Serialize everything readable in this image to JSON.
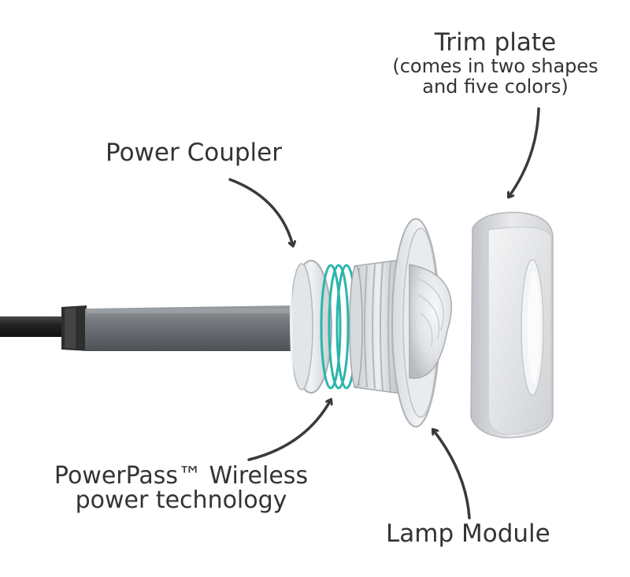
{
  "labels": {
    "trim_plate_title": "Trim plate",
    "trim_plate_sub_1": "(comes in two shapes",
    "trim_plate_sub_2": "and five colors)",
    "power_coupler": "Power Coupler",
    "powerpass_line_1": "PowerPass™ Wireless",
    "powerpass_line_2": "power technology",
    "lamp_module": "Lamp Module"
  },
  "colors": {
    "text": "#333333",
    "arrow": "#3a3a3a",
    "coil": "#2bb5ad",
    "cable": "#2a2a2a",
    "housing": "#6e7276",
    "trim_plate": "#e6e7ea"
  }
}
